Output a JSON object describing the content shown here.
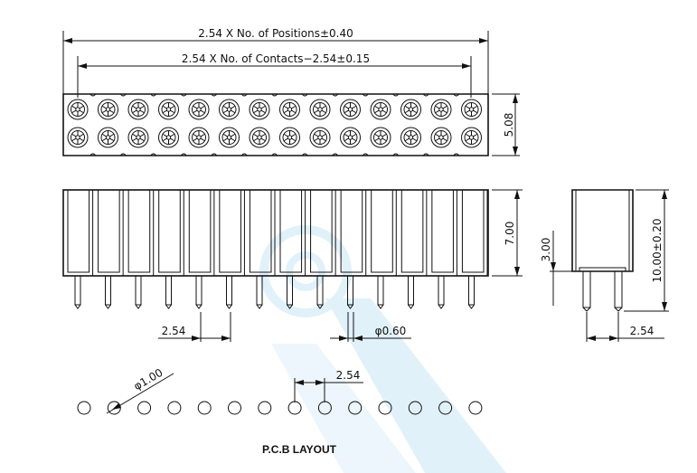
{
  "dimensions": {
    "overall_length": "2.54 X No. of Positions±0.40",
    "contact_span": "2.54 X No. of Contacts−2.54±0.15",
    "row_spacing": "5.08",
    "insulator_height": "7.00",
    "pitch_front": "2.54",
    "pin_diameter": "φ0.60",
    "side_height_3": "3.00",
    "side_total_height": "10.00±0.20",
    "side_pitch": "2.54",
    "hole_diameter": "φ1.00",
    "pcb_pitch": "2.54"
  },
  "labels": {
    "pcb_layout": "P.C.B LAYOUT"
  },
  "colors": {
    "line": "#111111",
    "watermark": "#c9e6f6"
  },
  "counts": {
    "positions_per_row": 14,
    "rows": 2
  }
}
